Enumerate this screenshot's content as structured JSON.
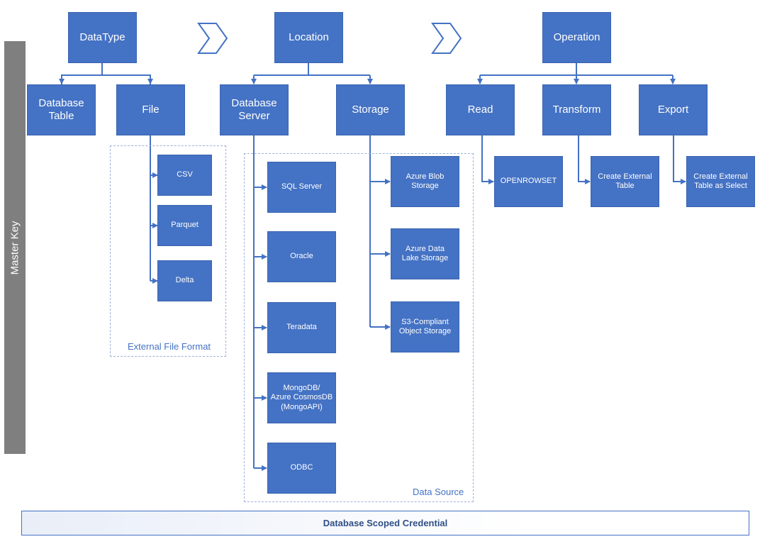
{
  "side_label": "Master Key",
  "top": {
    "data_type": "DataType",
    "location": "Location",
    "operation": "Operation"
  },
  "data_type_children": {
    "database_table_line1": "Database",
    "database_table_line2": "Table",
    "file": "File"
  },
  "file_formats": {
    "items": [
      "CSV",
      "Parquet",
      "Delta"
    ],
    "group_label": "External File Format"
  },
  "location_children": {
    "database_server_line1": "Database",
    "database_server_line2": "Server",
    "storage": "Storage"
  },
  "database_servers": {
    "sql_server": "SQL Server",
    "oracle": "Oracle",
    "teradata": "Teradata",
    "mongodb_line1": "MongoDB/",
    "mongodb_line2": "Azure CosmosDB",
    "mongodb_line3": "(MongoAPI)",
    "odbc": "ODBC"
  },
  "storages": {
    "azure_blob_line1": "Azure Blob",
    "azure_blob_line2": "Storage",
    "azure_datalake_line1": "Azure Data",
    "azure_datalake_line2": "Lake Storage",
    "s3_line1": "S3-Compliant",
    "s3_line2": "Object Storage"
  },
  "data_source_label": "Data Source",
  "operations": {
    "read": "Read",
    "transform": "Transform",
    "export": "Export"
  },
  "operation_results": {
    "openrowset": "OPENROWSET",
    "cet_line1": "Create External",
    "cet_line2": "Table",
    "cetas_line1": "Create External",
    "cetas_line2": "Table as Select"
  },
  "credential_label": "Database Scoped Credential",
  "colors": {
    "box_fill": "#4472c4",
    "connector": "#4472c4",
    "master_key_bar": "#7f7f7f",
    "group_border": "#9db1dc"
  }
}
